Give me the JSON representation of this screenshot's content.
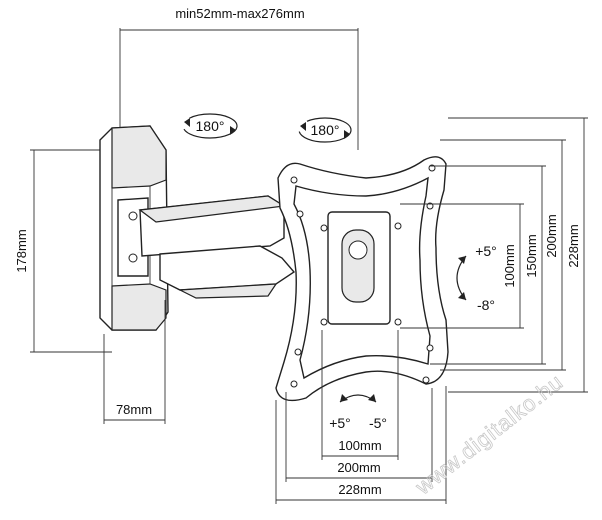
{
  "dimensions": {
    "arm_extension": "min52mm-max276mm",
    "wall_plate_height": "178mm",
    "wall_plate_width": "78mm",
    "vesa_h_100": "100mm",
    "vesa_h_200": "200mm",
    "vesa_h_228": "228mm",
    "vesa_v_100": "100mm",
    "vesa_v_150": "150mm",
    "vesa_v_200": "200mm",
    "vesa_v_228": "228mm"
  },
  "rotations": {
    "swivel_wall": "180°",
    "swivel_head": "180°",
    "tilt_up": "+5°",
    "tilt_down": "-8°",
    "level_plus": "+5°",
    "level_minus": "-5°"
  },
  "watermark": "www.digitalko.hu",
  "colors": {
    "line": "#222222",
    "shade": "#e9e9e9",
    "watermark": "#c8c8c8"
  }
}
